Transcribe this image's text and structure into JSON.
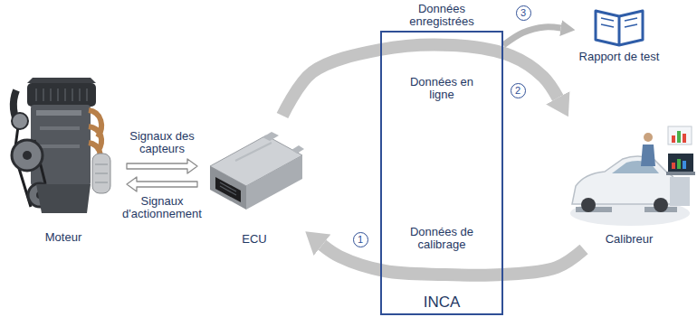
{
  "diagram": {
    "nodes": [
      {
        "text": [
          "Moteur"
        ]
      },
      {
        "text": [
          "ECU"
        ]
      },
      {
        "text": [
          "Données enregistrées",
          "Données en ligne",
          "Données de calibrage",
          "INCA"
        ]
      },
      {
        "text": [
          "Rapport de test"
        ]
      },
      {
        "text": [
          "Calibreur"
        ]
      }
    ],
    "edges": [
      {
        "from": 0,
        "to": 1,
        "arrow": "to",
        "label": "Signaux des capteurs"
      },
      {
        "from": 1,
        "to": 0,
        "arrow": "to",
        "label": "Signaux d'actionnement"
      },
      {
        "from": 1,
        "to": 4,
        "arrow": "to"
      },
      {
        "from": 4,
        "to": 1,
        "arrow": "to"
      },
      {
        "from": 2,
        "to": 3,
        "arrow": "to"
      }
    ],
    "labels": [
      "1",
      "2",
      "3"
    ]
  }
}
